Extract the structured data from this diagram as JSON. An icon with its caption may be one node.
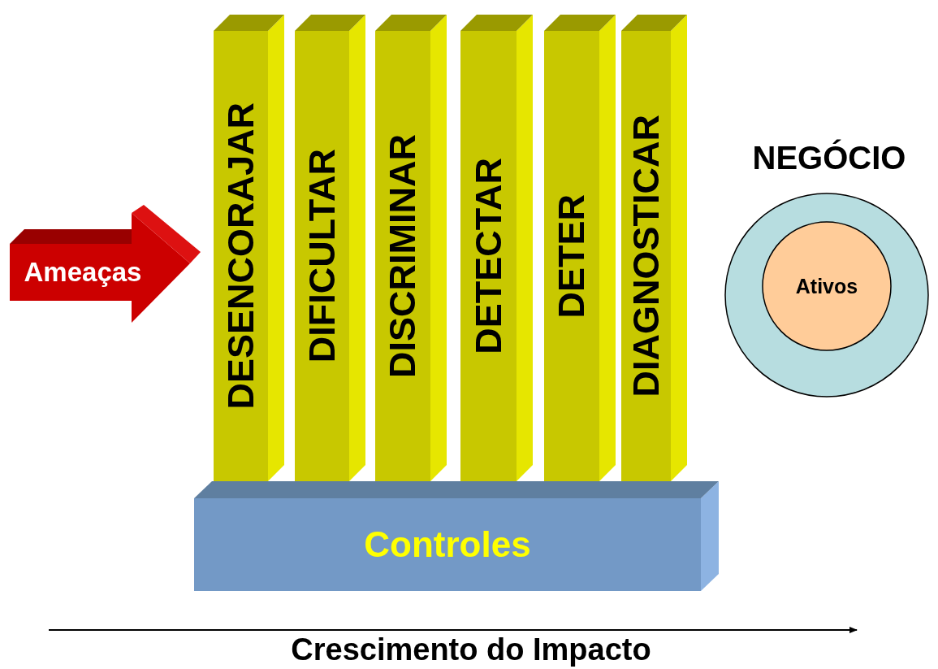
{
  "diagram": {
    "nodes": [
      {
        "text": [
          "Ameaças"
        ]
      },
      {
        "text": [
          "DESENCORAJAR"
        ]
      },
      {
        "text": [
          "DIFICULTAR"
        ]
      },
      {
        "text": [
          "DISCRIMINAR"
        ]
      },
      {
        "text": [
          "DETECTAR"
        ]
      },
      {
        "text": [
          "DETER"
        ]
      },
      {
        "text": [
          "DIAGNOSTICAR"
        ]
      },
      {
        "text": [
          "Controles"
        ]
      },
      {
        "text": [
          "NEGÓCIO"
        ]
      },
      {
        "text": [
          "Ativos"
        ],
        "in": 8
      }
    ],
    "labels": [
      "Crescimento do Impacto"
    ]
  }
}
